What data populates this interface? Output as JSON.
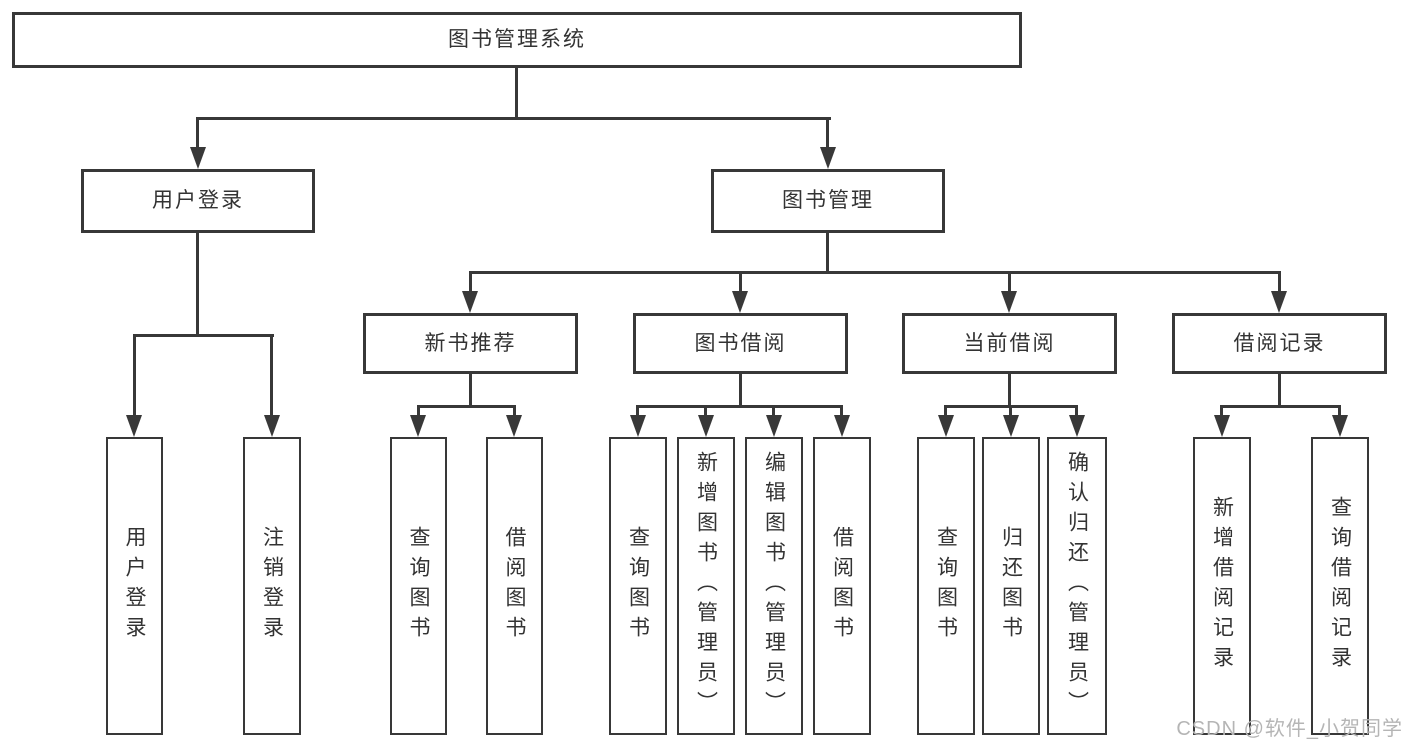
{
  "tree": {
    "root": "图书管理系统",
    "login": {
      "label": "用户登录",
      "children": [
        "用户登录",
        "注销登录"
      ]
    },
    "mgmt": {
      "label": "图书管理",
      "groups": [
        {
          "label": "新书推荐",
          "children": [
            "查询图书",
            "借阅图书"
          ]
        },
        {
          "label": "图书借阅",
          "children": [
            "查询图书",
            "新增图书（管理员）",
            "编辑图书（管理员）",
            "借阅图书"
          ]
        },
        {
          "label": "当前借阅",
          "children": [
            "查询图书",
            "归还图书",
            "确认归还（管理员）"
          ]
        },
        {
          "label": "借阅记录",
          "children": [
            "新增借阅记录",
            "查询借阅记录"
          ]
        }
      ]
    }
  },
  "watermark": "CSDN @软件_小贺同学",
  "colors": {
    "line": "#383838",
    "text": "#333333",
    "watermark": "#b5b5b5",
    "background": "#ffffff"
  }
}
